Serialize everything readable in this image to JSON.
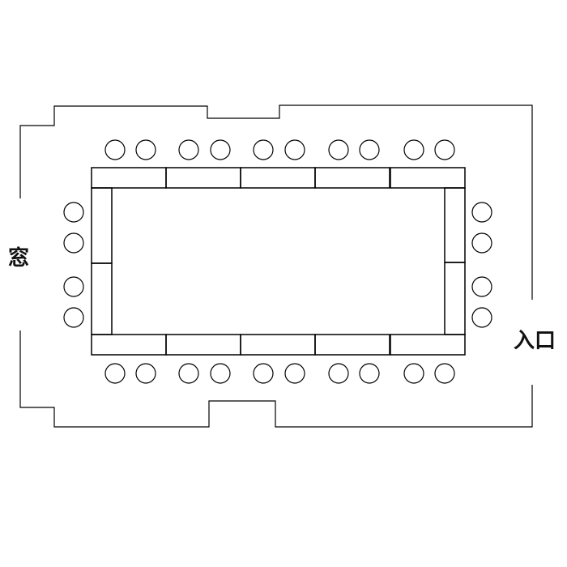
{
  "labels": {
    "window": "窓",
    "entrance": "入口"
  },
  "layout_summary": {
    "table_count": 14,
    "chair_count": 28
  },
  "colors": {
    "line": "#000000",
    "background": "#ffffff"
  }
}
